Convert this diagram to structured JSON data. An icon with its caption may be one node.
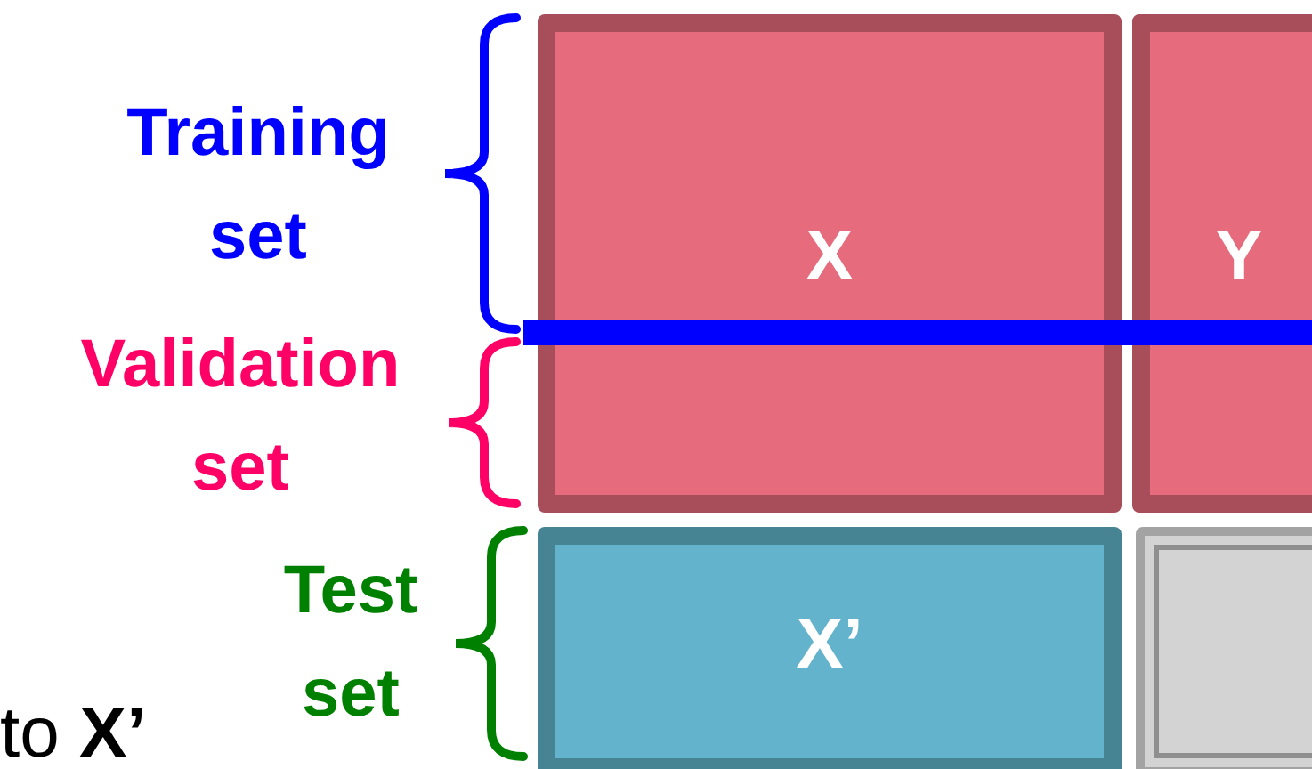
{
  "diagram": {
    "nodes": [
      {
        "text": [
          "X"
        ]
      },
      {
        "text": [
          "Y"
        ]
      },
      {
        "text": [
          "X’"
        ]
      },
      {
        "text": [],
        "shape": "box"
      }
    ],
    "labels": [
      "Training set",
      "Validation set",
      "Test set",
      "to **X’**"
    ]
  }
}
